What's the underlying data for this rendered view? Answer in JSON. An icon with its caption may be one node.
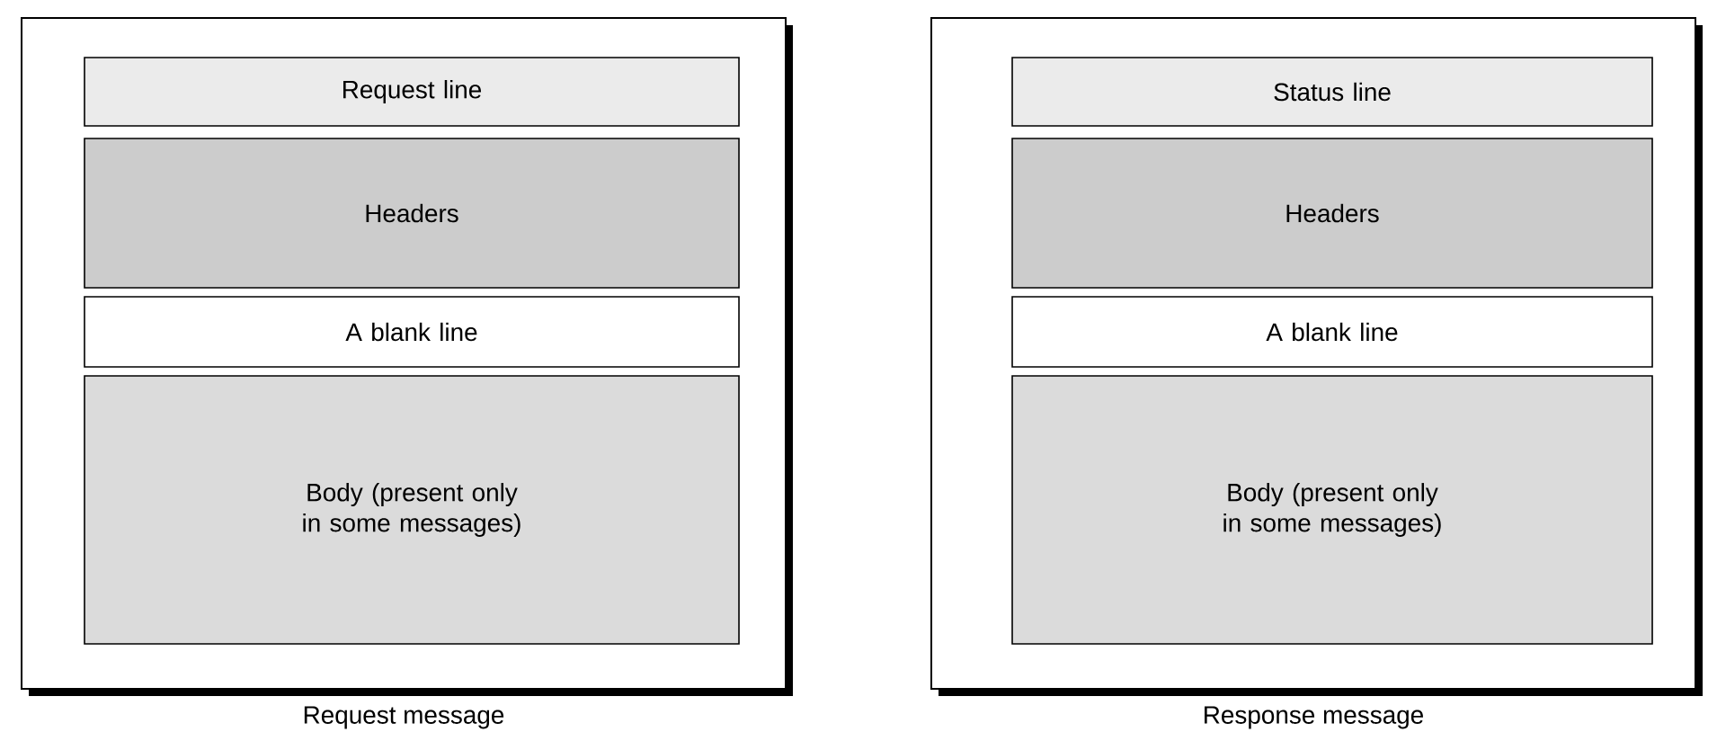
{
  "diagram": {
    "nodes": [
      {
        "text": [
          "Request message"
        ]
      },
      {
        "text": [
          "Request line"
        ],
        "in": 0
      },
      {
        "text": [
          "Headers"
        ],
        "in": 0
      },
      {
        "text": [
          "A blank line"
        ],
        "in": 0
      },
      {
        "text": [
          "Body (present only in some messages)"
        ],
        "in": 0
      },
      {
        "text": [
          "Response message"
        ]
      },
      {
        "text": [
          "Status line"
        ],
        "in": 5
      },
      {
        "text": [
          "Headers"
        ],
        "in": 5
      },
      {
        "text": [
          "A blank line"
        ],
        "in": 5
      },
      {
        "text": [
          "Body (present only in some messages)"
        ],
        "in": 5
      }
    ]
  }
}
